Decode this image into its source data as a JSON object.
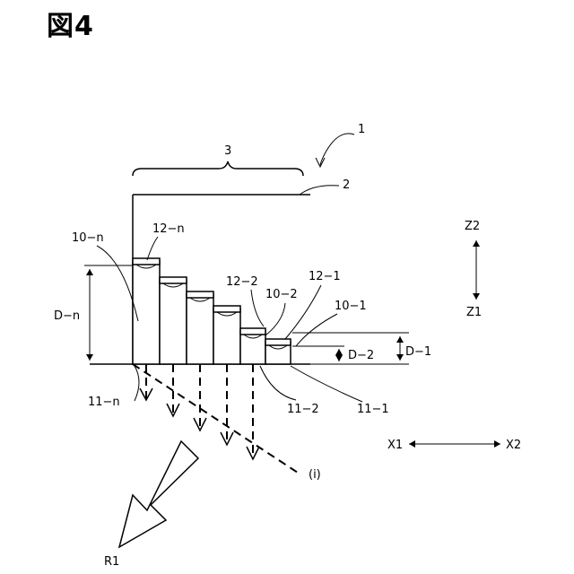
{
  "figure_title": "図4",
  "labels": {
    "ref_1": "1",
    "ref_2": "2",
    "ref_3": "3",
    "z2": "Z2",
    "z1": "Z1",
    "x1": "X1",
    "x2": "X2",
    "r1": "R1",
    "line_i": "(i)",
    "col_10_n": "10−n",
    "col_10_2": "10−2",
    "col_10_1": "10−1",
    "cap_12_n": "12−n",
    "cap_12_2": "12−2",
    "cap_12_1": "12−1",
    "base_11_n": "11−n",
    "base_11_2": "11−2",
    "base_11_1": "11−1",
    "dim_d_n": "D−n",
    "dim_d_1": "D−1",
    "dim_d_2": "D−2"
  }
}
